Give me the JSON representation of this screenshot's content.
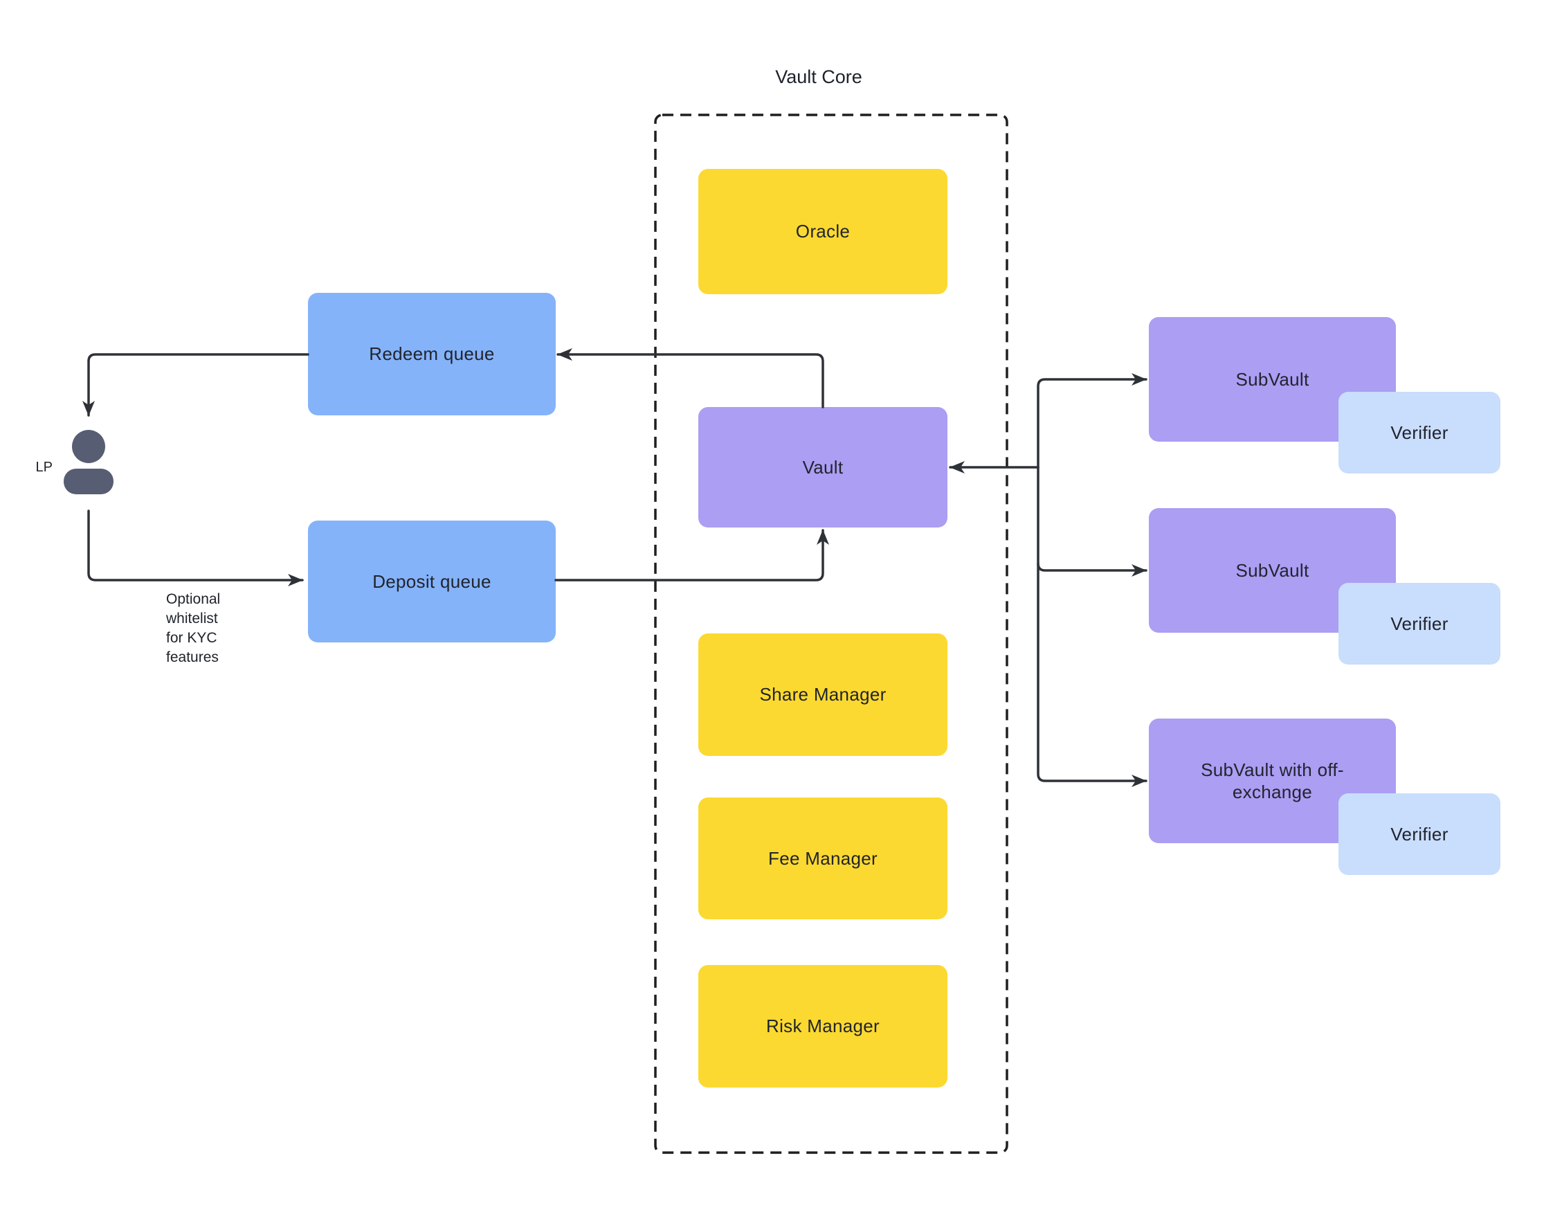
{
  "title": "Vault Core",
  "core": {
    "oracle": "Oracle",
    "vault": "Vault",
    "share_manager": "Share Manager",
    "fee_manager": "Fee Manager",
    "risk_manager": "Risk Manager"
  },
  "left": {
    "redeem_queue": "Redeem queue",
    "deposit_queue": "Deposit queue",
    "lp": "LP",
    "kyc_note": "Optional\nwhitelist\nfor KYC\nfeatures"
  },
  "right": {
    "subvault_top": "SubVault",
    "verifier_top": "Verifier",
    "subvault_mid": "SubVault",
    "verifier_mid": "Verifier",
    "subvault_offexchange": "SubVault with off-exchange",
    "verifier_offexchange": "Verifier"
  },
  "colors": {
    "box_yellow": "#FCD930",
    "box_blue": "#85B3FA",
    "box_purple": "#AB9EF3",
    "box_lightblue": "#C9DDFC",
    "connector": "#2E3238",
    "person_icon": "#575D72",
    "label_text": "#21242E",
    "dashed_border": "#1F1F1F",
    "background": "#FFFFFF"
  }
}
